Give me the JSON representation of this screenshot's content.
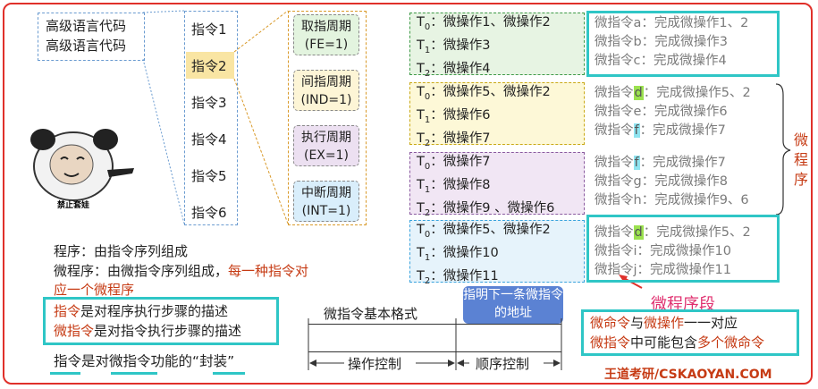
{
  "hll": [
    "高级语言代码",
    "高级语言代码"
  ],
  "instructions": [
    "指令1",
    "指令2",
    "指令3",
    "指令4",
    "指令5",
    "指令6"
  ],
  "cycles": [
    {
      "name": "取指周期",
      "code": "(FE=1)",
      "bg": "#e3f4df"
    },
    {
      "name": "间指周期",
      "code": "(IND=1)",
      "bg": "#fdf5d6"
    },
    {
      "name": "执行周期",
      "code": "(EX=1)",
      "bg": "#ece0f1"
    },
    {
      "name": "中断周期",
      "code": "(INT=1)",
      "bg": "#d9eefb"
    }
  ],
  "groups": [
    {
      "color": "#3f9a48",
      "bg": "#e7f4e3",
      "lines": [
        [
          "T",
          "0",
          "：微操作1、微操作2"
        ],
        [
          "T",
          "1",
          "：微操作3"
        ],
        [
          "T",
          "2",
          "：微操作4"
        ]
      ]
    },
    {
      "color": "#c9a916",
      "bg": "#fdf8d7",
      "lines": [
        [
          "T",
          "0",
          "：微操作5、微操作2"
        ],
        [
          "T",
          "1",
          "：微操作6"
        ],
        [
          "T",
          "2",
          "：微操作7"
        ]
      ]
    },
    {
      "color": "#8a5a9f",
      "bg": "#f1e6f4",
      "lines": [
        [
          "T",
          "0",
          "：微操作7"
        ],
        [
          "T",
          "1",
          "：微操作8"
        ],
        [
          "T",
          "2",
          "：微操作9 、微操作6"
        ]
      ]
    },
    {
      "color": "#3aa3dd",
      "bg": "#e6f3fb",
      "lines": [
        [
          "T",
          "0",
          "：微操作5、微操作2"
        ],
        [
          "T",
          "1",
          "：微操作10"
        ],
        [
          "T",
          "2",
          "：微操作11"
        ]
      ]
    }
  ],
  "micro": [
    {
      "pre": "微指令",
      "tag": "a",
      "post": "：完成微操作1、2",
      "hl": ""
    },
    {
      "pre": "微指令",
      "tag": "b",
      "post": "：完成微操作3",
      "hl": ""
    },
    {
      "pre": "微指令",
      "tag": "c",
      "post": "：完成微操作4",
      "hl": ""
    },
    {
      "pre": "微指令",
      "tag": "d",
      "post": "：完成微操作5、2",
      "hl": "g"
    },
    {
      "pre": "微指令",
      "tag": "e",
      "post": "：完成微操作6",
      "hl": ""
    },
    {
      "pre": "微指令",
      "tag": "f",
      "post": "：完成微操作7",
      "hl": "b"
    },
    {
      "pre": "微指令",
      "tag": "f",
      "post": "：完成微操作7",
      "hl": "b"
    },
    {
      "pre": "微指令",
      "tag": "g",
      "post": "：完成微操作8",
      "hl": ""
    },
    {
      "pre": "微指令",
      "tag": "h",
      "post": "：完成微操作9、6",
      "hl": ""
    },
    {
      "pre": "微指令",
      "tag": "d",
      "post": "：完成微操作5、2",
      "hl": "g"
    },
    {
      "pre": "微指令",
      "tag": "i",
      "post": "：完成微操作10",
      "hl": ""
    },
    {
      "pre": "微指令",
      "tag": "j",
      "post": "：完成微操作11",
      "hl": ""
    }
  ],
  "microprogram_label": [
    "微",
    "程",
    "序"
  ],
  "segment_label": "微程序段",
  "meme_caption": "禁止套娃",
  "def_program": "程序：由指令序列组成",
  "def_micro_a": "微程序：由微指令序列组成，",
  "def_micro_b": "每一种指令对",
  "def_micro_c": "应一个微程序",
  "box1": {
    "a1": "指令",
    "a2": "是对程序执行步骤的描述",
    "b1": "微指令",
    "b2": "是对指令执行步骤的描述"
  },
  "pack": {
    "p1": "指令",
    "p2": "是对",
    "p3": "微指令",
    "p4": "功能的“",
    "p5": "封装",
    "p6": "”"
  },
  "format_title": "微指令基本格式",
  "bubble": "指明下一条微指令的地址",
  "fields": [
    "操作控制",
    "顺序控制"
  ],
  "box2": {
    "a1": "微命令",
    "a2": "与",
    "a3": "微操作",
    "a4": "一一对应",
    "b1": "微指令",
    "b2": "中可能包含",
    "b3": "多个微命令"
  },
  "watermark": "王道考研/CSKAOYAN.COM"
}
